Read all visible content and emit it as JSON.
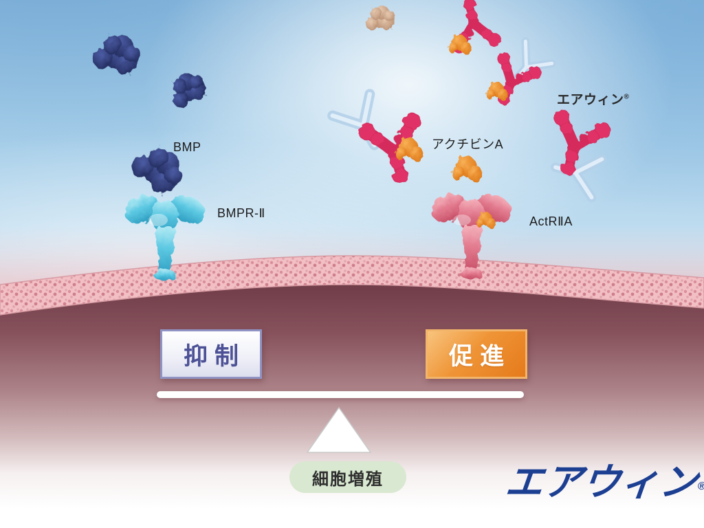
{
  "labels": {
    "bmp": "BMP",
    "bmpr2": "BMPR-Ⅱ",
    "activin_a": "アクチビンA",
    "airwin": "エアウィン",
    "reg_mark": "®",
    "actr2a": "ActRⅡA"
  },
  "balance": {
    "inhibit": "抑制",
    "promote": "促進",
    "fulcrum_label": "細胞増殖"
  },
  "logo": {
    "text": "エアウィン",
    "reg": "®"
  },
  "colors": {
    "bmp_navy": "#2e3a75",
    "airwin_pink": "#e03366",
    "activin_orange": "#ef8f2a",
    "bmpr2_cyan": "#56c6e0",
    "actr2a_pink": "#e2798c",
    "membrane_pink": "#f2bfc4",
    "cytoplasm_maroon": "#6b3844",
    "inhibit_blue": "#4d5296",
    "promote_orange": "#e57a1b",
    "logo_blue": "#1c3f92",
    "pill_green": "#d9e8d0",
    "sky_blue": "#a6cee9"
  }
}
